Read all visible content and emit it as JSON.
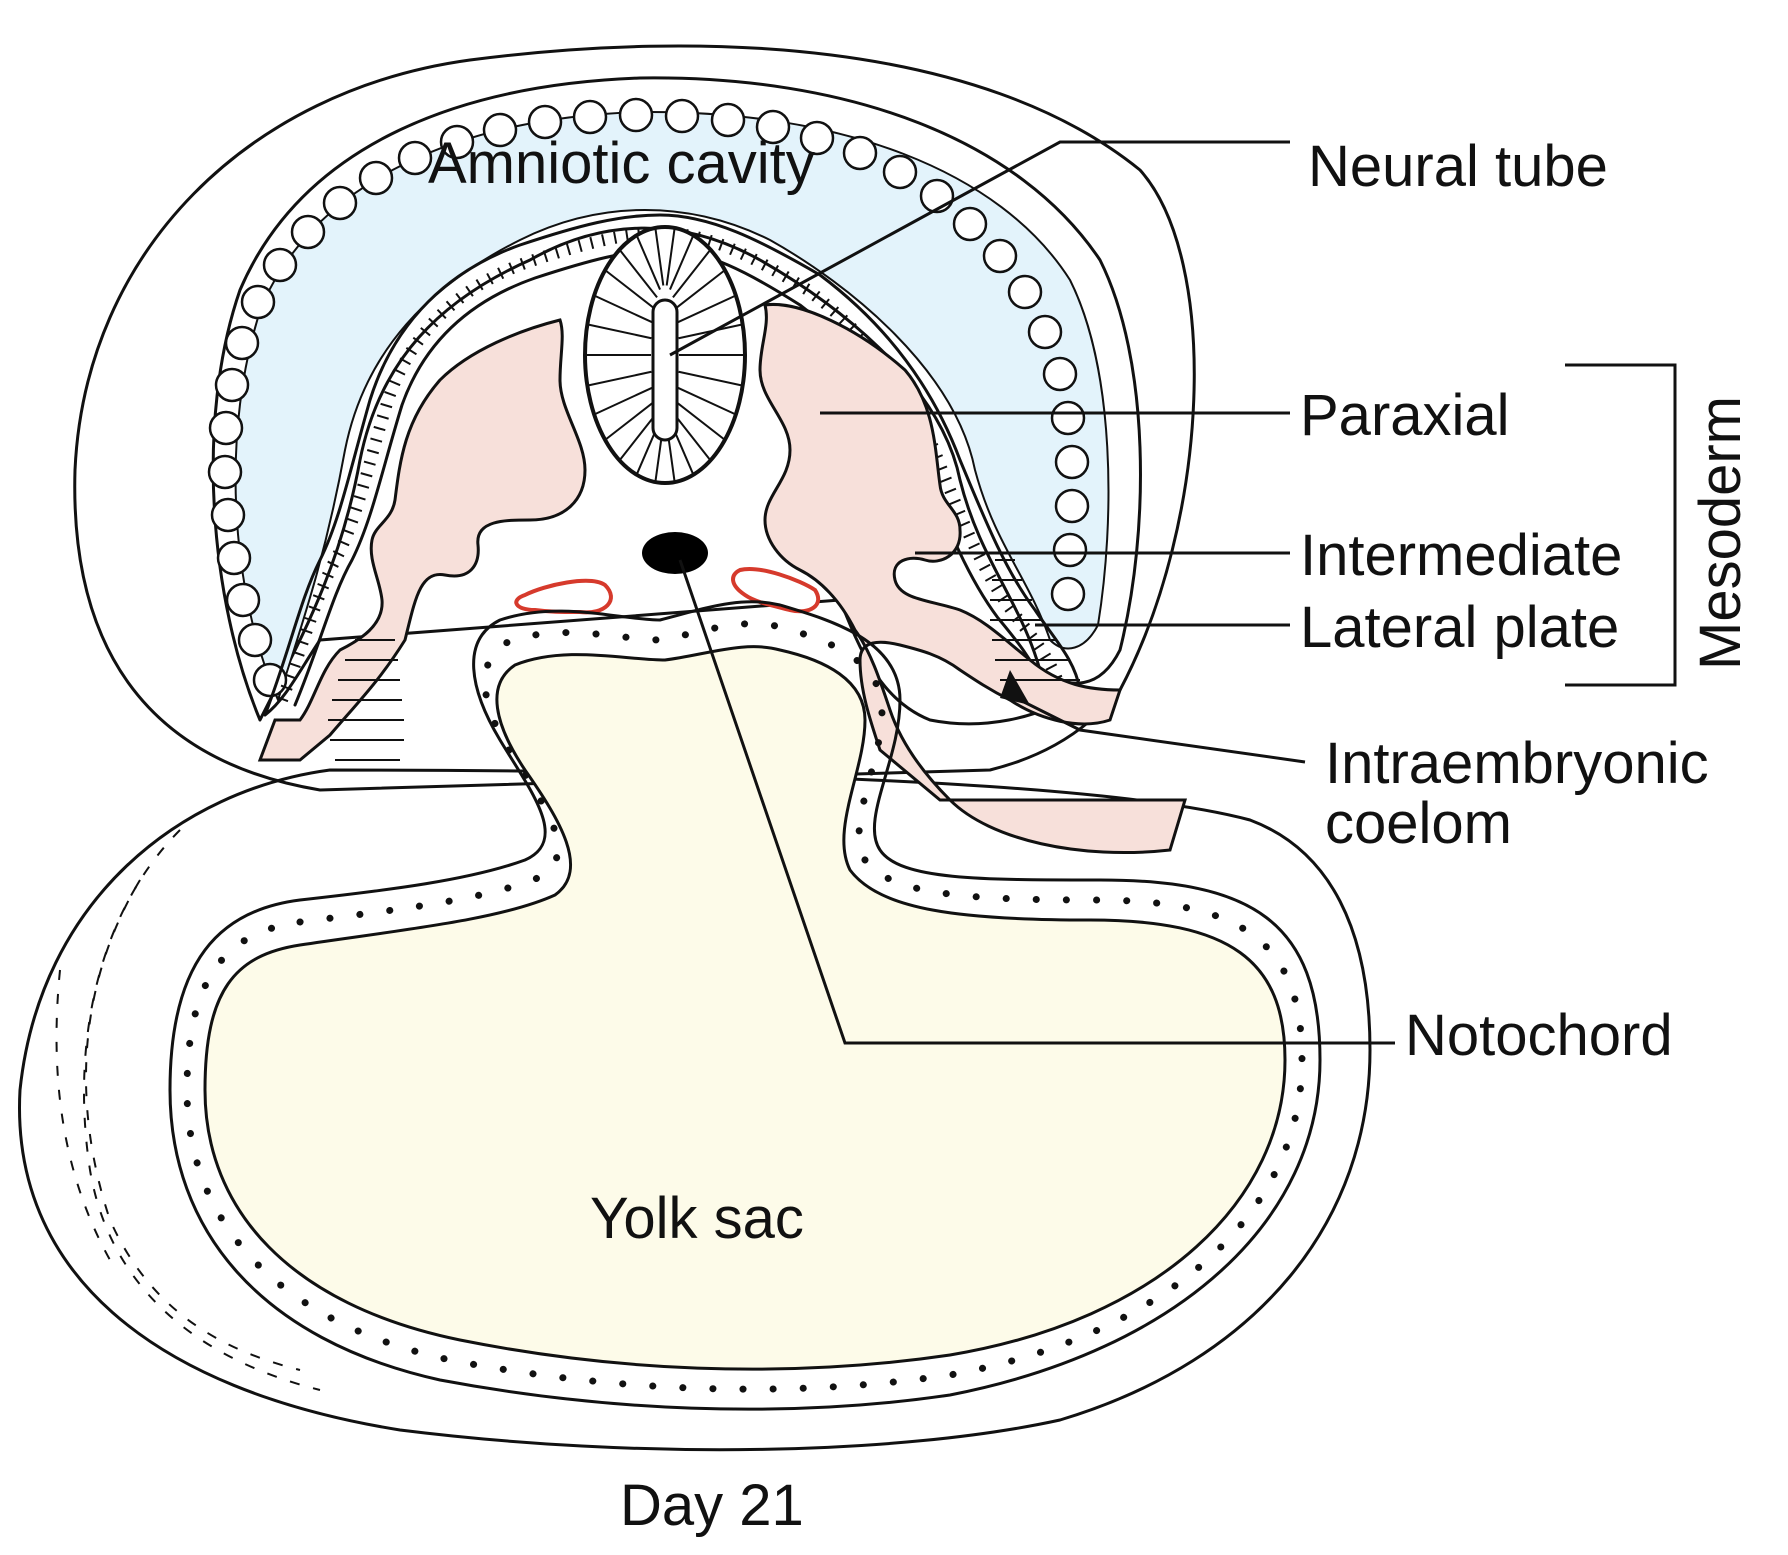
{
  "labels": {
    "amniotic_cavity": "Amniotic cavity",
    "neural_tube": "Neural tube",
    "paraxial": "Paraxial",
    "intermediate": "Intermediate",
    "lateral_plate": "Lateral plate",
    "mesoderm": "Mesoderm",
    "intraembryonic_line1": "Intraembryonic",
    "intraembryonic_line2": "coelom",
    "notochord": "Notochord",
    "yolk_sac": "Yolk sac",
    "caption": "Day 21"
  },
  "colors": {
    "amniotic_fill": "#e3f3fb",
    "mesoderm_fill": "#f7e0da",
    "yolk_fill": "#fdfbe9",
    "intermediate_outline": "#d63a2c",
    "ink": "#111111"
  }
}
